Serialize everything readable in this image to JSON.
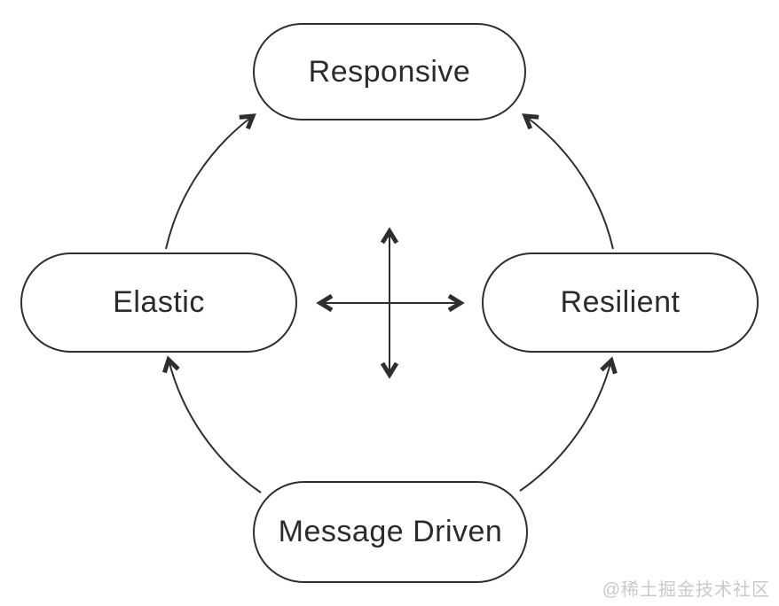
{
  "diagram": {
    "type": "cycle-diagram",
    "nodes": [
      {
        "id": "responsive",
        "label": "Responsive",
        "position": "top"
      },
      {
        "id": "elastic",
        "label": "Elastic",
        "position": "left"
      },
      {
        "id": "resilient",
        "label": "Resilient",
        "position": "right"
      },
      {
        "id": "message-driven",
        "label": "Message Driven",
        "position": "bottom"
      }
    ],
    "edges": [
      {
        "from": "elastic",
        "to": "responsive",
        "style": "curved-arrow"
      },
      {
        "from": "resilient",
        "to": "responsive",
        "style": "curved-arrow"
      },
      {
        "from": "message-driven",
        "to": "elastic",
        "style": "curved-arrow"
      },
      {
        "from": "message-driven",
        "to": "resilient",
        "style": "curved-arrow"
      }
    ],
    "center_icon": "four-way-arrows",
    "colors": {
      "stroke": "#2e2e2e",
      "text": "#2b2b2b",
      "background": "#ffffff",
      "watermark": "#c9c9c9"
    },
    "watermark": "@稀土掘金技术社区"
  }
}
